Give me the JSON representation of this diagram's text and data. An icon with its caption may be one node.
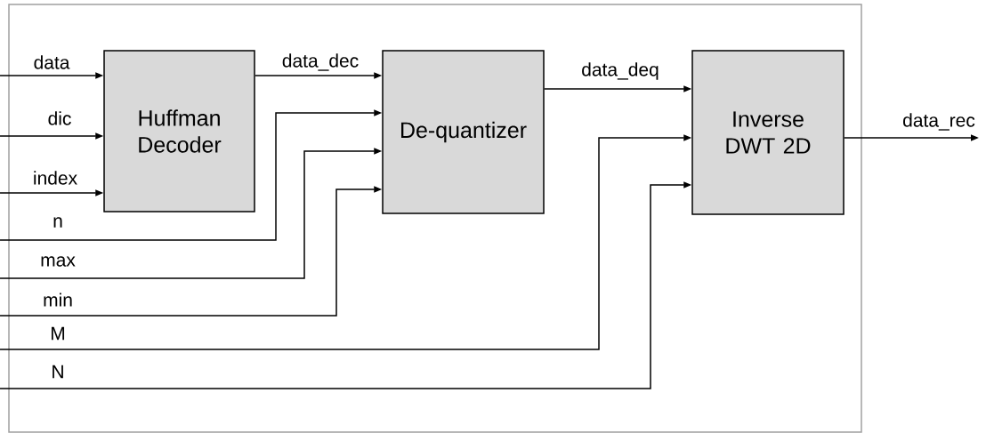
{
  "diagram": {
    "nodes": [
      {
        "text": [],
        "shape": "box"
      },
      {
        "text": [
          "Huffman Decoder"
        ],
        "in": 0
      },
      {
        "text": [
          "De-quantizer"
        ],
        "in": 0
      },
      {
        "text": [
          "Inverse DWT 2D"
        ],
        "in": 0
      }
    ],
    "edges": [
      {
        "from": null,
        "to": 1,
        "arrow": "to",
        "label": "data"
      },
      {
        "from": null,
        "to": 1,
        "arrow": "to",
        "label": "dic"
      },
      {
        "from": null,
        "to": 1,
        "arrow": "to",
        "label": "index"
      },
      {
        "from": 1,
        "to": 2,
        "arrow": "to",
        "label": "data_dec"
      },
      {
        "from": null,
        "to": 2,
        "arrow": "to",
        "label": "n"
      },
      {
        "from": null,
        "to": 2,
        "arrow": "to",
        "label": "max"
      },
      {
        "from": null,
        "to": 2,
        "arrow": "to",
        "label": "min"
      },
      {
        "from": 2,
        "to": 3,
        "arrow": "to",
        "label": "data_deq"
      },
      {
        "from": null,
        "to": 3,
        "arrow": "to",
        "label": "M"
      },
      {
        "from": null,
        "to": 3,
        "arrow": "to",
        "label": "N"
      },
      {
        "from": 3,
        "to": null,
        "arrow": "to",
        "label": "data_rec"
      }
    ]
  }
}
